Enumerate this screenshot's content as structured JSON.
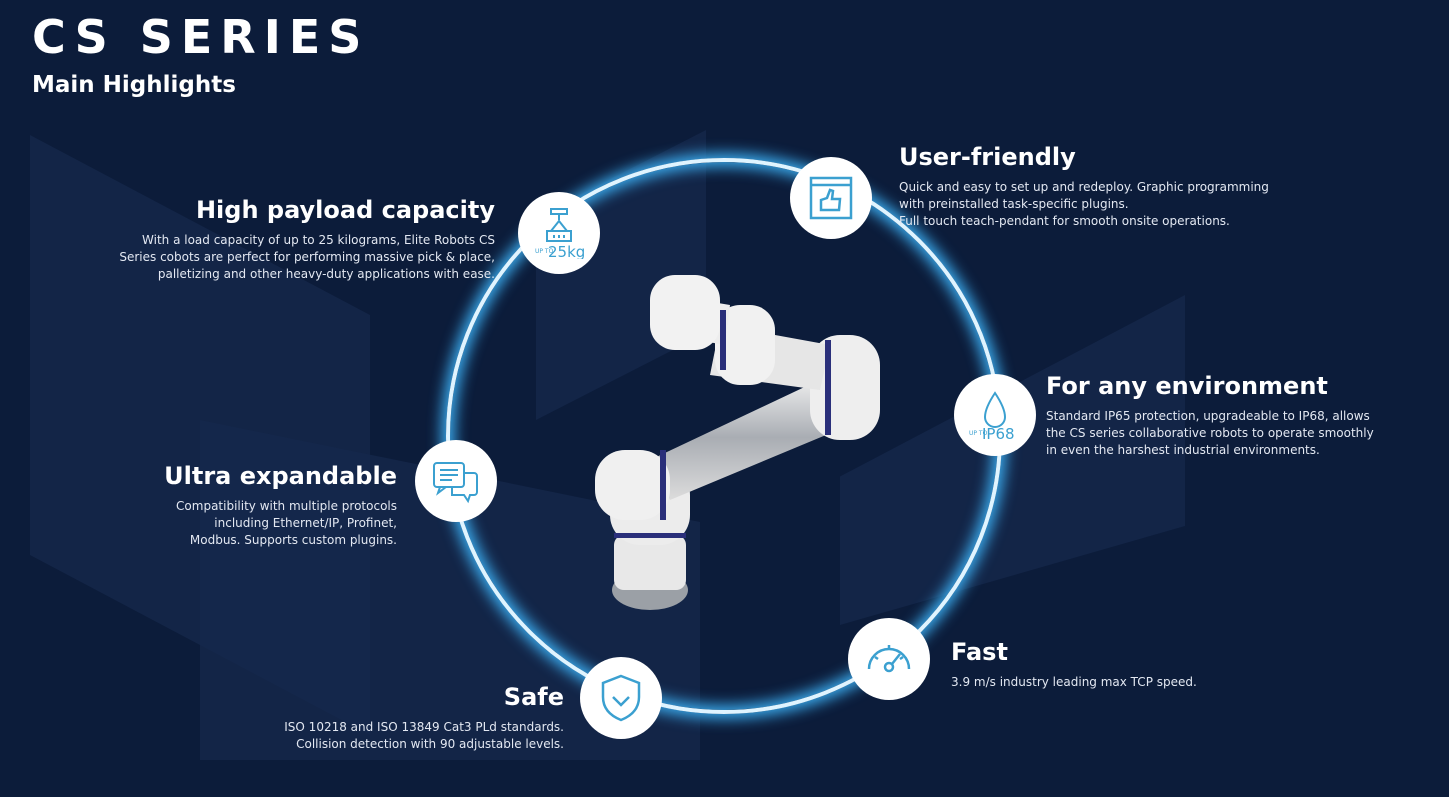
{
  "header": {
    "title": "CS SERIES",
    "subtitle": "Main Highlights"
  },
  "accent": "#3ba0d0",
  "features": [
    {
      "title": "High payload capacity",
      "lines": [
        "With a load capacity of up to 25 kilograms, Elite Robots CS",
        "Series cobots are perfect for performing massive pick & place,",
        "palletizing and other heavy-duty applications with ease."
      ],
      "icon": "crane-load-icon",
      "badge_small": "UP TO",
      "badge": "25kg"
    },
    {
      "title": "User-friendly",
      "lines": [
        "Quick and easy to set up and redeploy. Graphic programming",
        "with preinstalled task-specific plugins.",
        "Full touch teach-pendant for smooth onsite operations."
      ],
      "icon": "thumbs-up-window-icon"
    },
    {
      "title": "For any environment",
      "lines": [
        "Standard IP65 protection, upgradeable to IP68, allows",
        "the CS series collaborative robots to operate smoothly",
        "in even the harshest industrial environments."
      ],
      "icon": "water-drop-icon",
      "badge_small": "UP TO",
      "badge": "IP68"
    },
    {
      "title": "Ultra expandable",
      "lines": [
        "Compatibility with multiple protocols",
        "including Ethernet/IP, Profinet,",
        "Modbus. Supports custom plugins."
      ],
      "icon": "chat-document-icon"
    },
    {
      "title": "Fast",
      "lines": [
        "3.9 m/s industry leading max TCP speed."
      ],
      "icon": "speedometer-icon"
    },
    {
      "title": "Safe",
      "lines": [
        "ISO 10218 and ISO 13849 Cat3 PLd standards.",
        "Collision detection with 90 adjustable levels."
      ],
      "icon": "shield-check-icon"
    }
  ]
}
